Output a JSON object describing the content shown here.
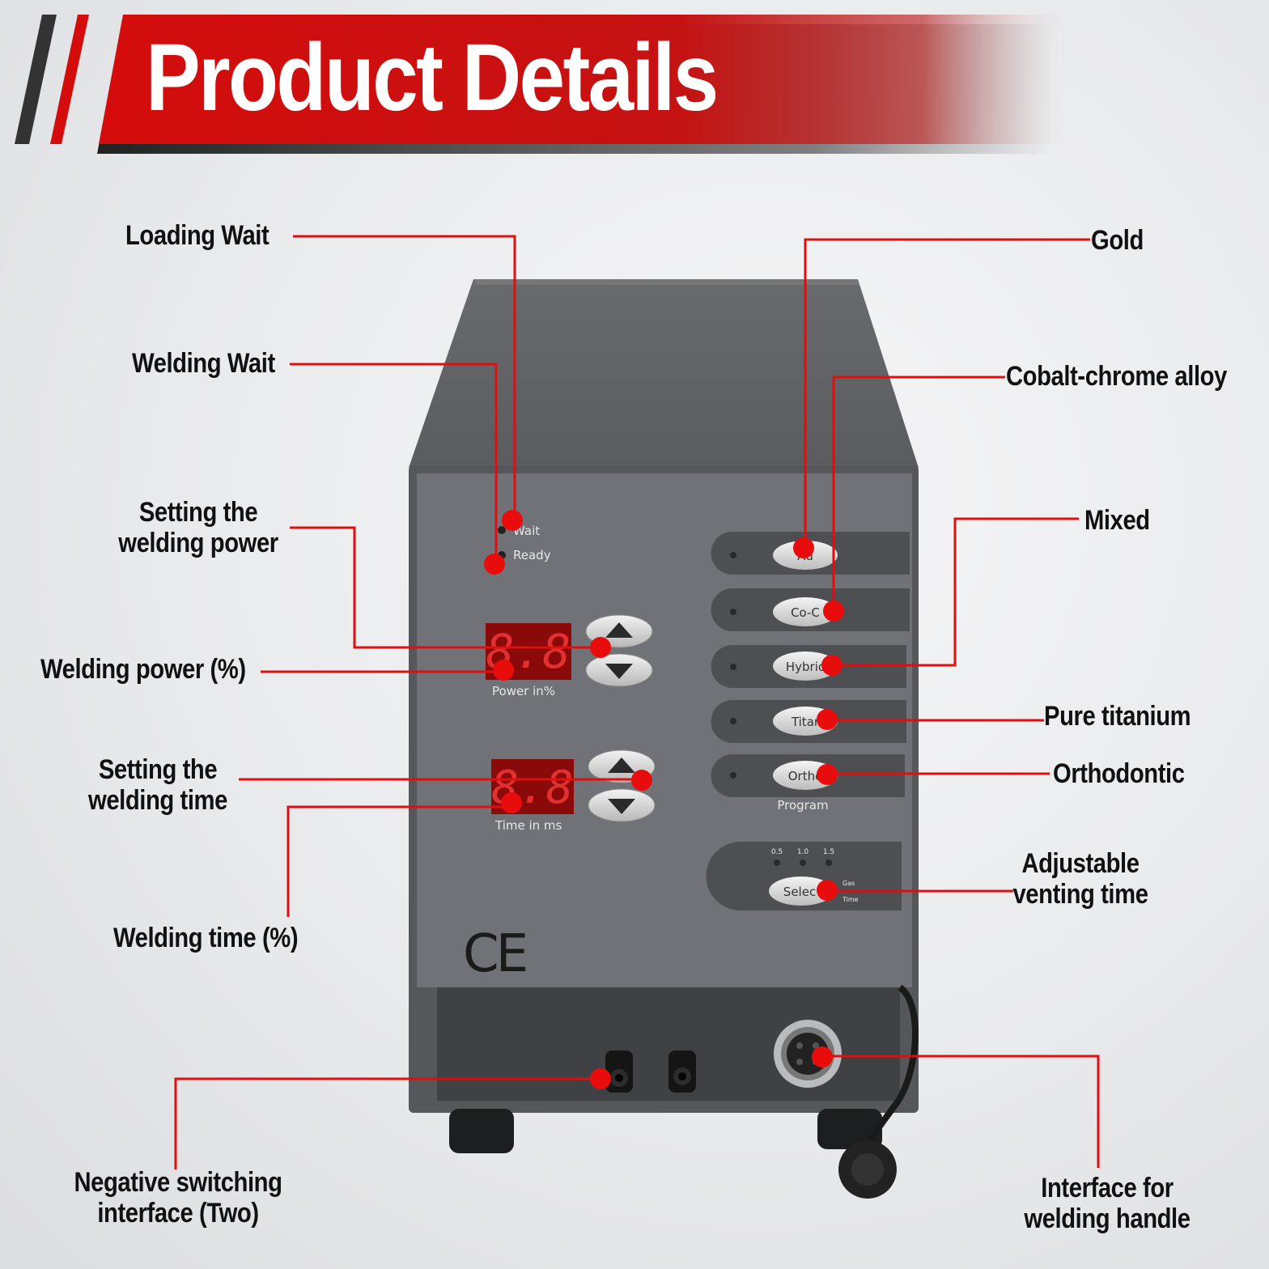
{
  "header": {
    "title": "Product Details",
    "accent_color": "#d40c0c"
  },
  "callouts": {
    "left": {
      "loading_wait": "Loading Wait",
      "welding_wait": "Welding Wait",
      "setting_power_line1": "Setting the",
      "setting_power_line2": "welding power",
      "welding_power": "Welding power (%)",
      "setting_time_line1": "Setting the",
      "setting_time_line2": "welding time",
      "welding_time": "Welding time (%)",
      "negative_line1": "Negative switching",
      "negative_line2": "interface (Two)"
    },
    "right": {
      "gold": "Gold",
      "cobalt": "Cobalt-chrome alloy",
      "mixed": "Mixed",
      "titanium": "Pure titanium",
      "orthodontic": "Orthodontic",
      "venting_line1": "Adjustable",
      "venting_line2": "venting time",
      "handle_line1": "Interface for",
      "handle_line2": "welding handle"
    }
  },
  "device": {
    "indicator_wait": "Wait",
    "indicator_ready": "Ready",
    "power_display": "8.8",
    "power_label": "Power   in%",
    "time_display": "8.8",
    "time_label": "Time   in   ms",
    "program_buttons": [
      "Au",
      "Co-C",
      "Hybric",
      "Titar",
      "Ortho"
    ],
    "program_label": "Program",
    "gas_levels": [
      "0.5",
      "1.0",
      "1.5"
    ],
    "select_button": "Selec",
    "gas_label_line1": "Gas",
    "gas_label_line2": "Time",
    "ce_mark": "CE",
    "panel_color": "#6f7176",
    "body_color": "#5c5e62"
  }
}
